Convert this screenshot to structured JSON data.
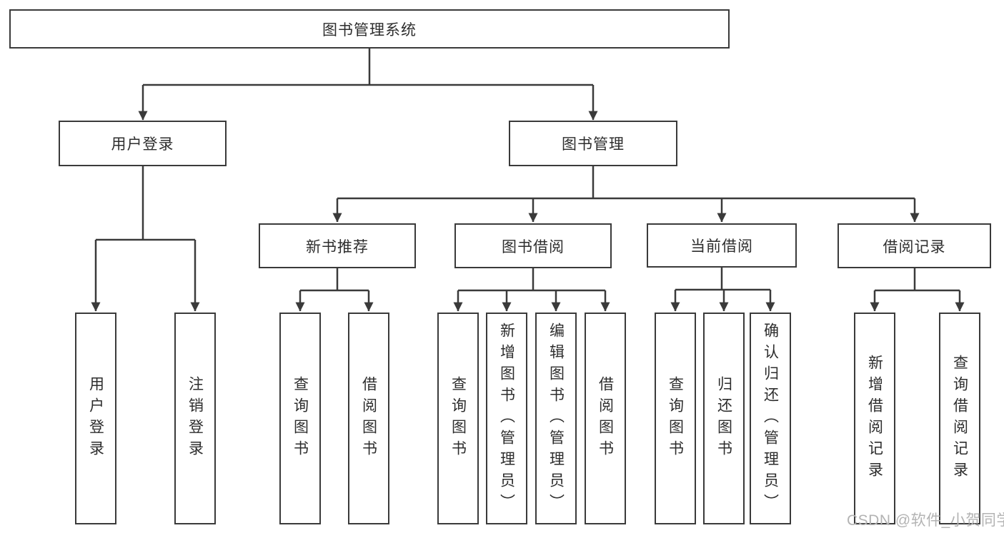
{
  "root": {
    "label": "图书管理系统"
  },
  "level2": [
    {
      "label": "用户登录"
    },
    {
      "label": "图书管理"
    }
  ],
  "level3": [
    {
      "label": "新书推荐"
    },
    {
      "label": "图书借阅"
    },
    {
      "label": "当前借阅"
    },
    {
      "label": "借阅记录"
    }
  ],
  "level4": [
    {
      "label": "用户登录"
    },
    {
      "label": "注销登录"
    },
    {
      "label": "查询图书"
    },
    {
      "label": "借阅图书"
    },
    {
      "label": "查询图书"
    },
    {
      "label": "新增图书（管理员）"
    },
    {
      "label": "编辑图书（管理员）"
    },
    {
      "label": "借阅图书"
    },
    {
      "label": "查询图书"
    },
    {
      "label": "归还图书"
    },
    {
      "label": "确认归还（管理员）"
    },
    {
      "label": "新增借阅记录"
    },
    {
      "label": "查询借阅记录"
    }
  ],
  "watermark": "CSDN @软件_小贺同学",
  "colors": {
    "line": "#3a3a3a",
    "text": "#2d2d2d",
    "watermark": "#b3b3b3",
    "background": "#ffffff"
  }
}
